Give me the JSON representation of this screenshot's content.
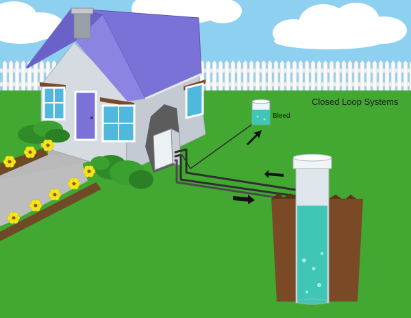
{
  "diagram": {
    "title": "Closed Loop Systems",
    "bleed_label": "Bleed",
    "flow_arrows": [
      "up-right arrow",
      "left arrow",
      "right arrow"
    ],
    "colors": {
      "sky": "#8ed0f0",
      "grass": "#43a832",
      "roof": "#7b72d8",
      "wall": "#d6dbe2",
      "door": "#7b72d8",
      "soil": "#7a4a26",
      "water": "#3fc6b4",
      "pipe": "#2e2e2e",
      "flower": "#f6e81e"
    }
  }
}
